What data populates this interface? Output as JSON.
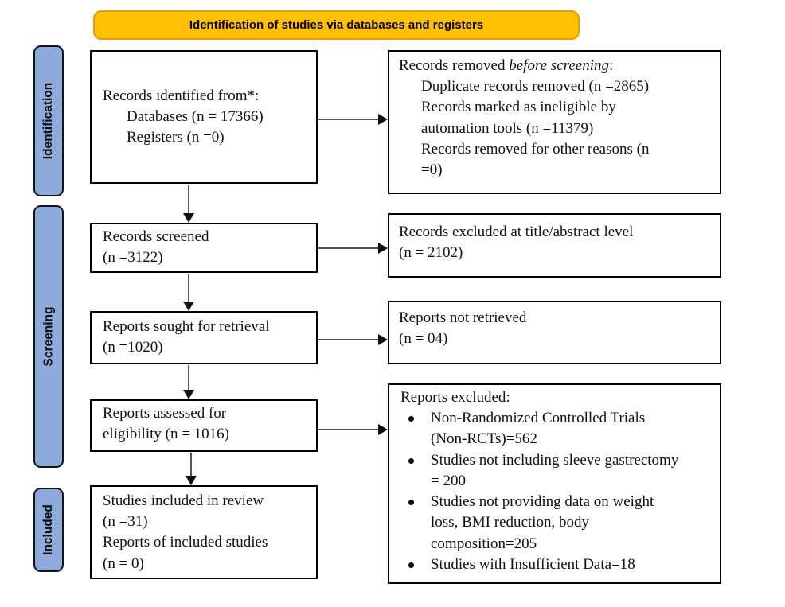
{
  "banner": {
    "label": "Identification of studies via databases and registers"
  },
  "stages": [
    {
      "label": "Identification"
    },
    {
      "label": "Screening"
    },
    {
      "label": "Included"
    }
  ],
  "boxes": {
    "identified": {
      "title": "Records identified from*:",
      "items": [
        "Databases (n = 17366)",
        "Registers (n =0)"
      ]
    },
    "removed": {
      "title_prefix": "Records removed ",
      "title_italic": "before screening",
      "title_suffix": ":",
      "items": [
        "Duplicate records removed (n =2865)",
        "Records marked as ineligible by automation tools (n =11379)",
        "Records removed for other reasons (n =0)"
      ]
    },
    "screened": {
      "lines": [
        "Records screened",
        "(n =3122)"
      ]
    },
    "excluded_title_abstract": {
      "lines": [
        "Records excluded at title/abstract level",
        "(n = 2102)"
      ]
    },
    "sought": {
      "lines": [
        "Reports sought for retrieval",
        "(n =1020)"
      ]
    },
    "not_retrieved": {
      "lines": [
        "Reports not retrieved",
        "(n = 04)"
      ]
    },
    "assessed": {
      "lines": [
        "Reports assessed for",
        "eligibility (n = 1016)"
      ]
    },
    "reports_excluded": {
      "title": "Reports excluded:",
      "items": [
        "Non-Randomized Controlled Trials (Non-RCTs)=562",
        "Studies not including sleeve gastrectomy = 200",
        "Studies not providing data on weight loss, BMI reduction, body composition=205",
        "Studies with Insufficient Data=18"
      ]
    },
    "included": {
      "lines": [
        "Studies included in review",
        "(n =31)",
        "Reports of included studies",
        "(n = 0)"
      ]
    }
  },
  "colors": {
    "banner_fill": "#FFC000",
    "banner_border": "#E3A007",
    "stage_fill": "#8EAADB",
    "box_border": "#000000",
    "arrow_shaft": "#565656",
    "arrow_head": "#101010"
  }
}
